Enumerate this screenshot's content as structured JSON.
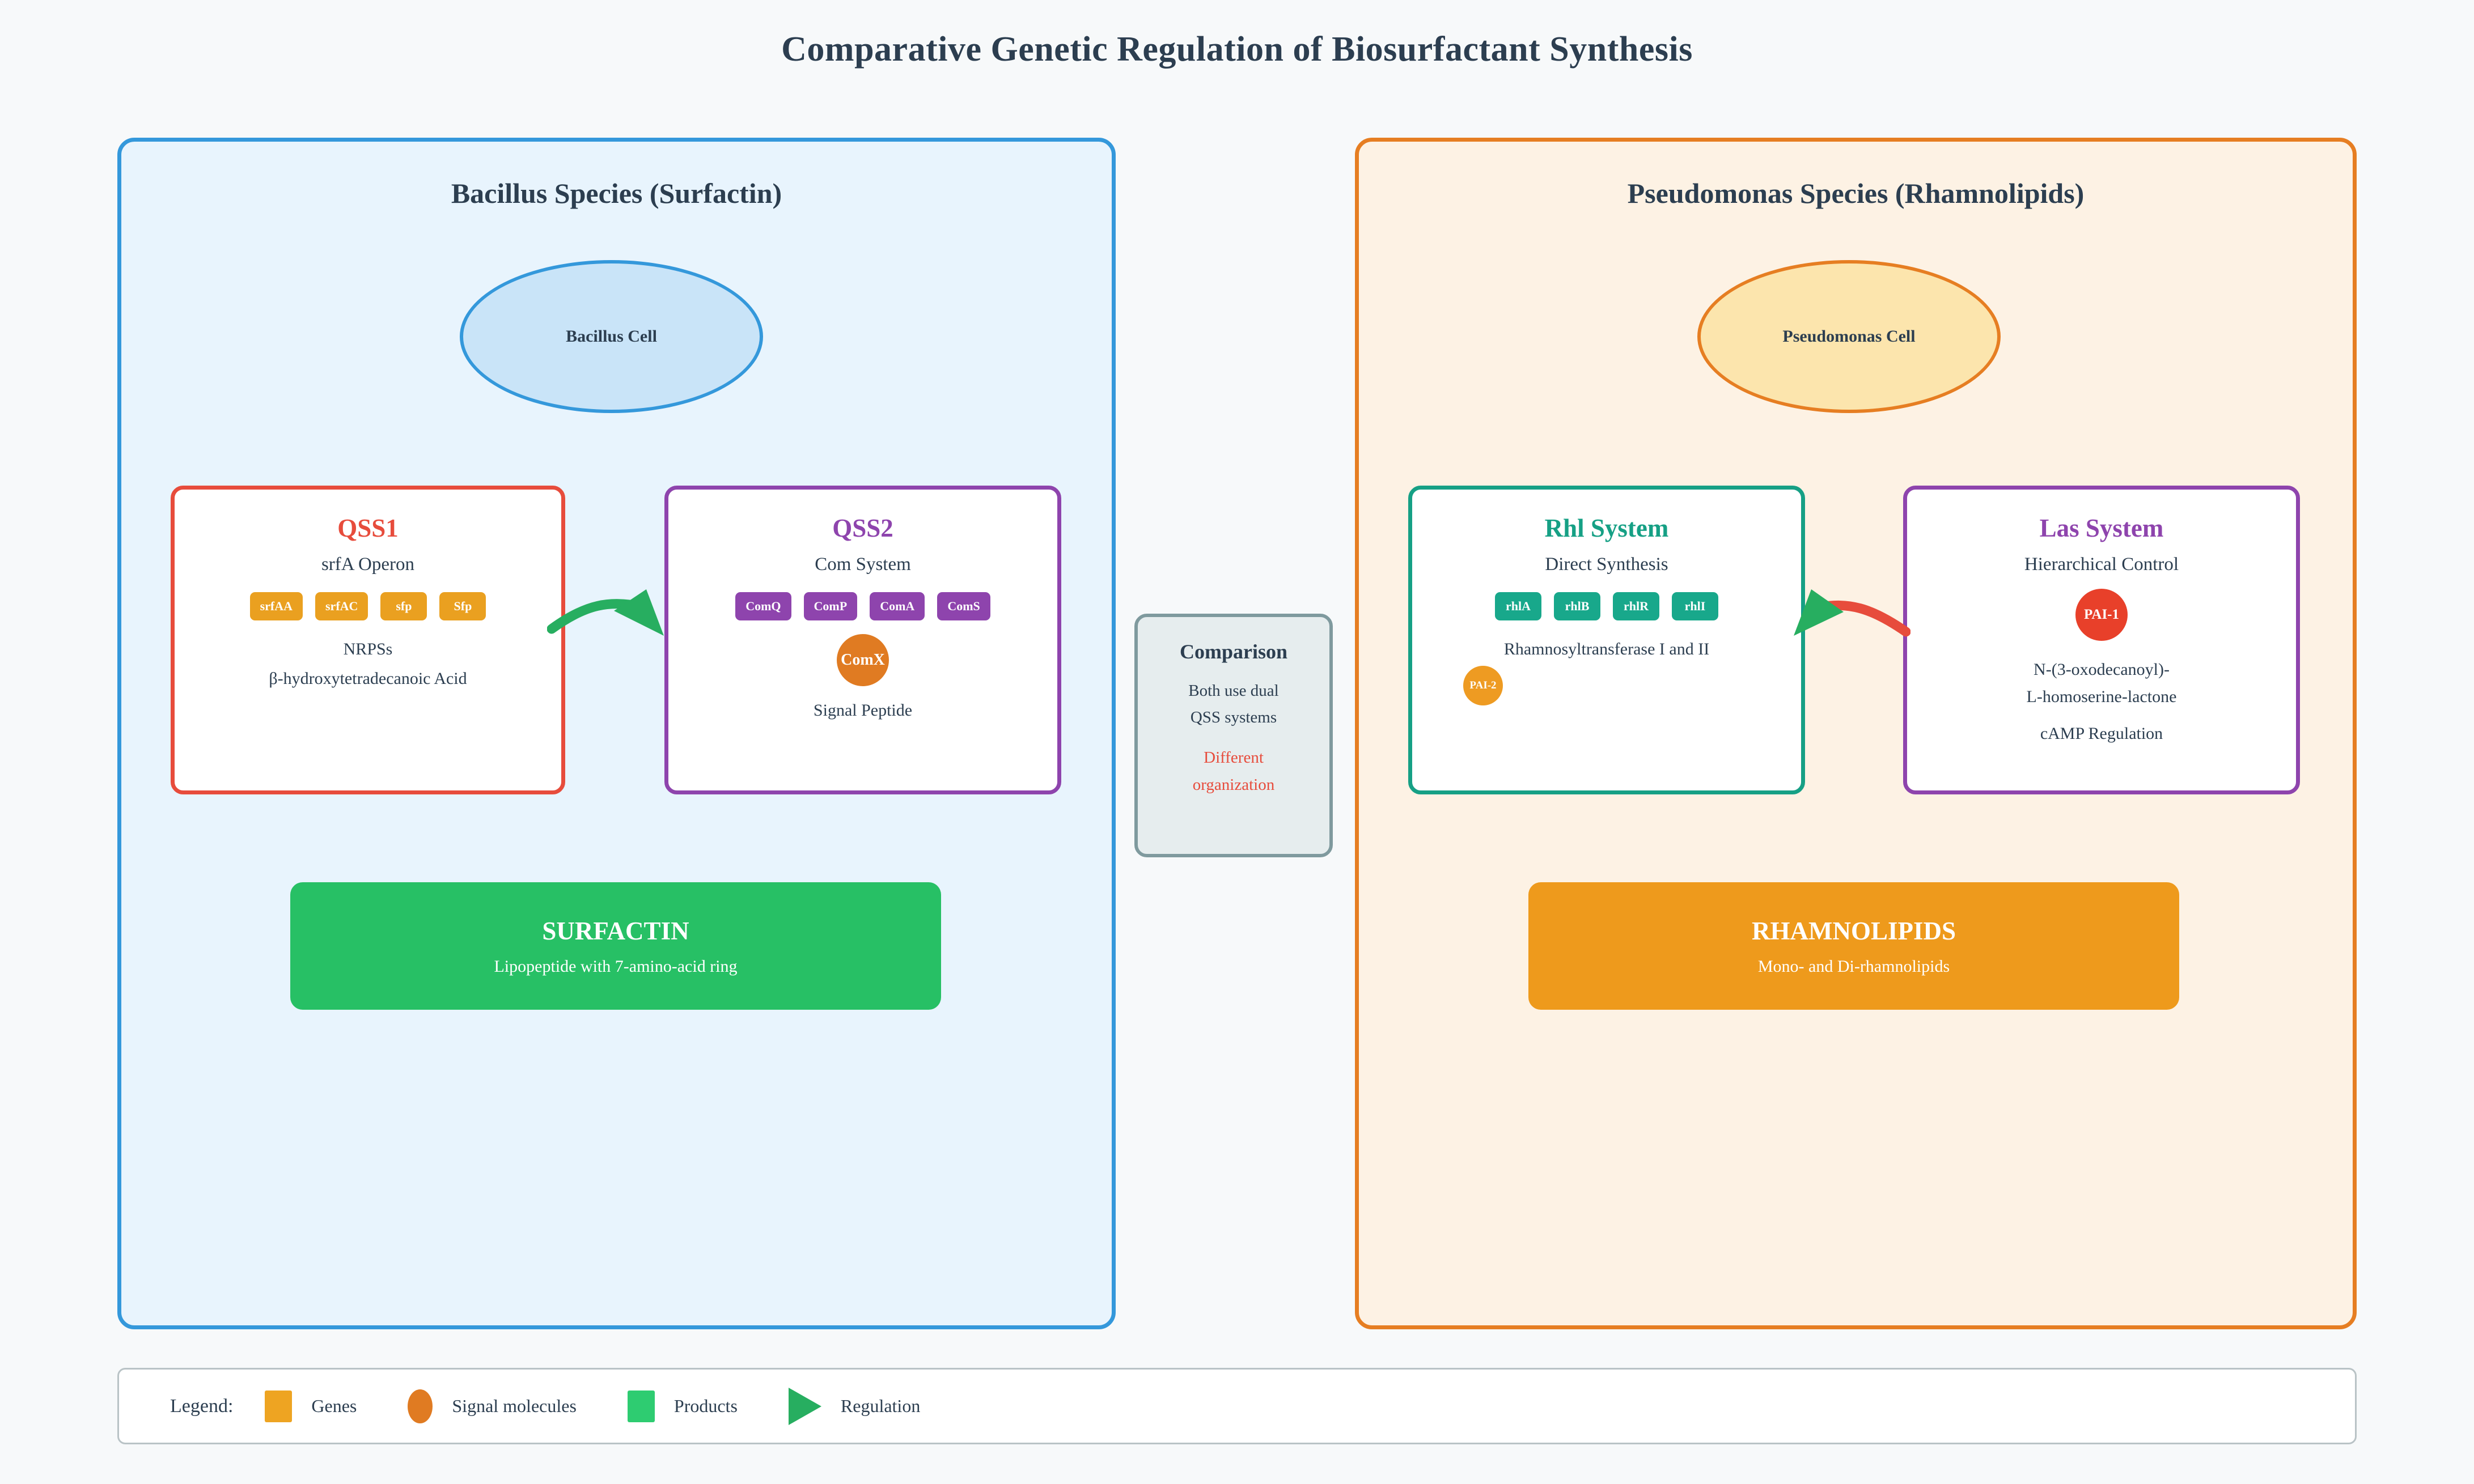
{
  "title": "Comparative Genetic Regulation of Biosurfactant Synthesis",
  "left_panel": {
    "title": "Bacillus Species (Surfactin)",
    "cell_label": "Bacillus Cell",
    "systems": [
      {
        "id": "qss1",
        "title": "QSS1",
        "subtitle": "srfA Operon",
        "genes": [
          "srfAA",
          "srfAC",
          "sfp",
          "Sfp"
        ],
        "note_line1": "NRPSs",
        "note_line2": "β-hydroxytetradecanoic Acid",
        "border_color": "#e74c3c",
        "title_color": "#e74c3c",
        "gene_color": "#eaa020"
      },
      {
        "id": "qss2",
        "title": "QSS2",
        "subtitle": "Com System",
        "genes": [
          "ComQ",
          "ComP",
          "ComA",
          "ComS"
        ],
        "signal": "ComX",
        "signal_color": "#e07b22",
        "note_line1": "Signal Peptide",
        "border_color": "#8e44ad",
        "title_color": "#8e44ad",
        "gene_color": "#8e44ad"
      }
    ],
    "product": {
      "title": "SURFACTIN",
      "subtitle": "Lipopeptide with 7-amino-acid ring",
      "color": "#27c065"
    },
    "panel_bg": "#e8f4fd",
    "panel_border": "#3498db"
  },
  "right_panel": {
    "title": "Pseudomonas Species (Rhamnolipids)",
    "cell_label": "Pseudomonas Cell",
    "systems": [
      {
        "id": "rhl",
        "title": "Rhl System",
        "subtitle": "Direct Synthesis",
        "genes": [
          "rhlA",
          "rhlB",
          "rhlR",
          "rhlI"
        ],
        "note_line1": "Rhamnosyltransferase I and II",
        "signal": "PAI-2",
        "signal_color": "#ee9b22",
        "border_color": "#16a085",
        "title_color": "#16a085",
        "gene_color": "#18a88b"
      },
      {
        "id": "las",
        "title": "Las System",
        "subtitle": "Hierarchical Control",
        "signal": "PAI-1",
        "signal_color": "#e8402a",
        "note_line1": "N-(3-oxodecanoyl)-",
        "note_line2": "L-homoserine-lactone",
        "note_line3": "cAMP Regulation",
        "border_color": "#8e44ad",
        "title_color": "#8e44ad"
      }
    ],
    "product": {
      "title": "RHAMNOLIPIDS",
      "subtitle": "Mono- and Di-rhamnolipids",
      "color": "#ee9a1c"
    },
    "panel_bg": "#fdf2e4",
    "panel_border": "#e67e22"
  },
  "comparison": {
    "title": "Comparison",
    "line1": "Both use dual",
    "line2": "QSS systems",
    "diff1": "Different",
    "diff2": "organization",
    "diff_color": "#e74c3c"
  },
  "arrows": [
    {
      "name": "qss1-to-qss2-regulation-arrow",
      "color": "#27ae60",
      "head_color": "#27ae60",
      "direction": "right"
    },
    {
      "name": "las-to-rhl-regulation-arrow",
      "color": "#e74c3c",
      "head_color": "#27ae60",
      "direction": "left"
    }
  ],
  "legend": {
    "label": "Legend:",
    "items": [
      {
        "icon": "genes-swatch-icon",
        "text": "Genes",
        "color": "#eea422"
      },
      {
        "icon": "signal-molecule-icon",
        "text": "Signal molecules",
        "color": "#e07b22"
      },
      {
        "icon": "products-swatch-icon",
        "text": "Products",
        "color": "#2ecc71"
      },
      {
        "icon": "regulation-arrow-icon",
        "text": "Regulation",
        "color": "#27ae60"
      }
    ]
  }
}
